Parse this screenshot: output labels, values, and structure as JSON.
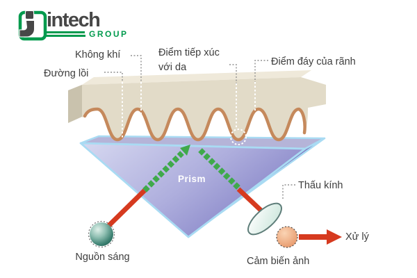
{
  "logo": {
    "brand": "intech",
    "group": "GROUP"
  },
  "diagram": {
    "labels": {
      "air": "Không khí",
      "ridge": "Đường lồi",
      "skin_contact": "Điểm tiếp xúc với da",
      "groove_bottom": "Điểm đáy của rãnh",
      "prism": "Prism",
      "lens": "Thấu kính",
      "light_source": "Nguồn sáng",
      "image_sensor": "Cảm biến ảnh",
      "processing": "Xử lý"
    },
    "colors": {
      "brand_green": "#009a4d",
      "brand_gray": "#474747",
      "arrow_red": "#d63a1f",
      "beam_green": "#3fa94b",
      "skin_outline": "#c5895c",
      "finger_fill": "#e2dbc8",
      "prism_edge": "#a9dbf3",
      "prism_face_light": "#d6d8f0",
      "prism_face_dark": "#8280c5",
      "sphere_teal": "#3e8273",
      "sensor_orange": "#eb9e6d",
      "label_text": "#3d3d3d"
    }
  }
}
